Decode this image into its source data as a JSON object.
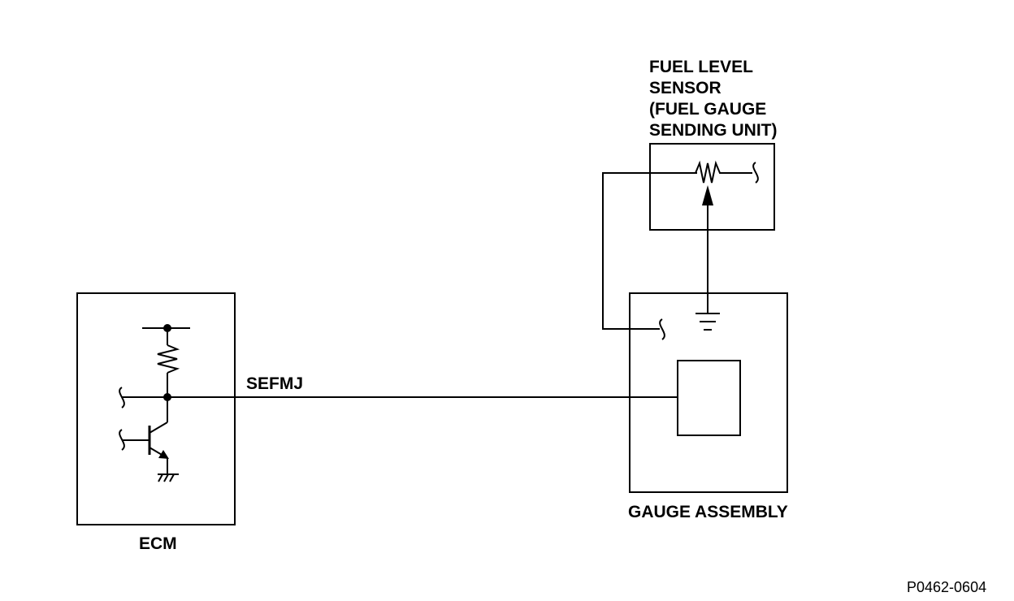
{
  "labels": {
    "fuel_sensor": [
      "FUEL LEVEL",
      "SENSOR",
      "(FUEL GAUGE",
      "SENDING UNIT)"
    ],
    "signal_wire": "SEFMJ",
    "gauge_assembly": "GAUGE ASSEMBLY",
    "ecm": "ECM",
    "figure_id": "P0462-0604"
  },
  "colors": {
    "line": "#000000",
    "background": "#ffffff"
  }
}
